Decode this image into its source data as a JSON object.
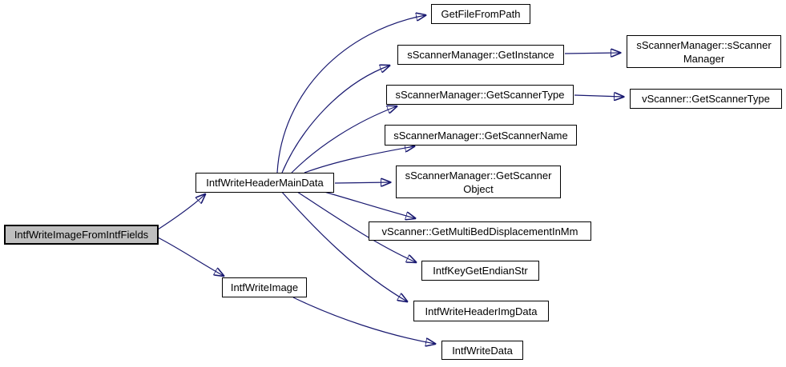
{
  "diagram": {
    "type": "call-graph",
    "colors": {
      "background": "#ffffff",
      "edge": "#191970",
      "node_fill": "#ffffff",
      "node_border": "#000000",
      "highlight_fill": "#bfbfbf",
      "text": "#000000"
    },
    "nodes": [
      {
        "id": "IntfWriteImageFromIntfFields",
        "label": "IntfWriteImageFromIntfFields",
        "lines": [
          "IntfWriteImageFromIntfFields"
        ],
        "highlighted": true
      },
      {
        "id": "IntfWriteHeaderMainData",
        "label": "IntfWriteHeaderMainData",
        "lines": [
          "IntfWriteHeaderMainData"
        ],
        "highlighted": false
      },
      {
        "id": "IntfWriteImage",
        "label": "IntfWriteImage",
        "lines": [
          "IntfWriteImage"
        ],
        "highlighted": false
      },
      {
        "id": "GetFileFromPath",
        "label": "GetFileFromPath",
        "lines": [
          "GetFileFromPath"
        ],
        "highlighted": false
      },
      {
        "id": "sScannerManager::GetInstance",
        "label": "sScannerManager::GetInstance",
        "lines": [
          "sScannerManager::GetInstance"
        ],
        "highlighted": false
      },
      {
        "id": "sScannerManager::sScannerManager",
        "label": "sScannerManager::sScannerManager",
        "lines": [
          "sScannerManager::sScanner",
          "Manager"
        ],
        "highlighted": false
      },
      {
        "id": "sScannerManager::GetScannerType",
        "label": "sScannerManager::GetScannerType",
        "lines": [
          "sScannerManager::GetScannerType"
        ],
        "highlighted": false
      },
      {
        "id": "vScanner::GetScannerType",
        "label": "vScanner::GetScannerType",
        "lines": [
          "vScanner::GetScannerType"
        ],
        "highlighted": false
      },
      {
        "id": "sScannerManager::GetScannerName",
        "label": "sScannerManager::GetScannerName",
        "lines": [
          "sScannerManager::GetScannerName"
        ],
        "highlighted": false
      },
      {
        "id": "sScannerManager::GetScannerObject",
        "label": "sScannerManager::GetScannerObject",
        "lines": [
          "sScannerManager::GetScanner",
          "Object"
        ],
        "highlighted": false
      },
      {
        "id": "vScanner::GetMultiBedDisplacementInMm",
        "label": "vScanner::GetMultiBedDisplacementInMm",
        "lines": [
          "vScanner::GetMultiBedDisplacementInMm"
        ],
        "highlighted": false
      },
      {
        "id": "IntfKeyGetEndianStr",
        "label": "IntfKeyGetEndianStr",
        "lines": [
          "IntfKeyGetEndianStr"
        ],
        "highlighted": false
      },
      {
        "id": "IntfWriteHeaderImgData",
        "label": "IntfWriteHeaderImgData",
        "lines": [
          "IntfWriteHeaderImgData"
        ],
        "highlighted": false
      },
      {
        "id": "IntfWriteData",
        "label": "IntfWriteData",
        "lines": [
          "IntfWriteData"
        ],
        "highlighted": false
      }
    ],
    "edges": [
      {
        "from": "IntfWriteImageFromIntfFields",
        "to": "IntfWriteHeaderMainData"
      },
      {
        "from": "IntfWriteImageFromIntfFields",
        "to": "IntfWriteImage"
      },
      {
        "from": "IntfWriteHeaderMainData",
        "to": "GetFileFromPath"
      },
      {
        "from": "IntfWriteHeaderMainData",
        "to": "sScannerManager::GetInstance"
      },
      {
        "from": "IntfWriteHeaderMainData",
        "to": "sScannerManager::GetScannerType"
      },
      {
        "from": "IntfWriteHeaderMainData",
        "to": "sScannerManager::GetScannerName"
      },
      {
        "from": "IntfWriteHeaderMainData",
        "to": "sScannerManager::GetScannerObject"
      },
      {
        "from": "IntfWriteHeaderMainData",
        "to": "vScanner::GetMultiBedDisplacementInMm"
      },
      {
        "from": "IntfWriteHeaderMainData",
        "to": "IntfKeyGetEndianStr"
      },
      {
        "from": "IntfWriteHeaderMainData",
        "to": "IntfWriteHeaderImgData"
      },
      {
        "from": "IntfWriteImage",
        "to": "IntfWriteData"
      },
      {
        "from": "sScannerManager::GetInstance",
        "to": "sScannerManager::sScannerManager"
      },
      {
        "from": "sScannerManager::GetScannerType",
        "to": "vScanner::GetScannerType"
      }
    ]
  }
}
